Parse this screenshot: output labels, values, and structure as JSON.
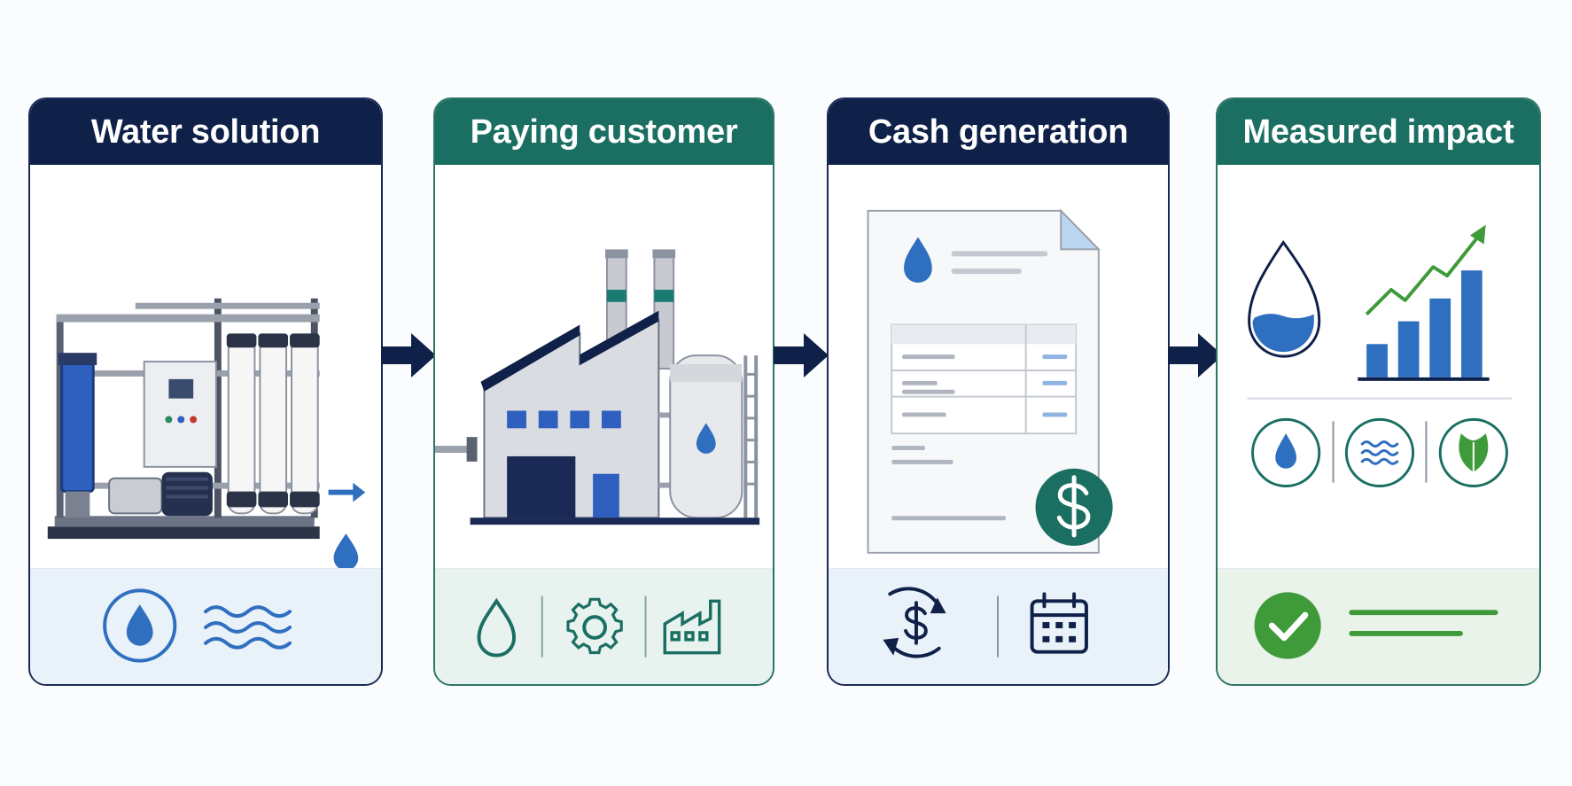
{
  "steps": [
    {
      "title": "Water solution"
    },
    {
      "title": "Paying customer"
    },
    {
      "title": "Cash generation"
    },
    {
      "title": "Measured impact"
    }
  ],
  "colors": {
    "navy": "#0f2049",
    "teal": "#1a6f62",
    "blue": "#2f6fbf",
    "green": "#3f9a3a"
  },
  "icons": {
    "step1_art": "water-treatment-system-icon",
    "step1_footer": [
      "water-drop-circle-icon",
      "waves-icon"
    ],
    "step2_art": "factory-with-tank-icon",
    "step2_footer": [
      "water-drop-icon",
      "gear-icon",
      "factory-icon"
    ],
    "step3_art": "invoice-document-icon",
    "step3_footer": [
      "recurring-dollar-icon",
      "calendar-icon"
    ],
    "step4_art": [
      "water-level-drop-icon",
      "growth-bar-chart-icon"
    ],
    "step4_badges": [
      "water-drop-badge-icon",
      "waves-badge-icon",
      "leaf-badge-icon"
    ],
    "step4_footer": [
      "checkmark-circle-icon"
    ]
  }
}
